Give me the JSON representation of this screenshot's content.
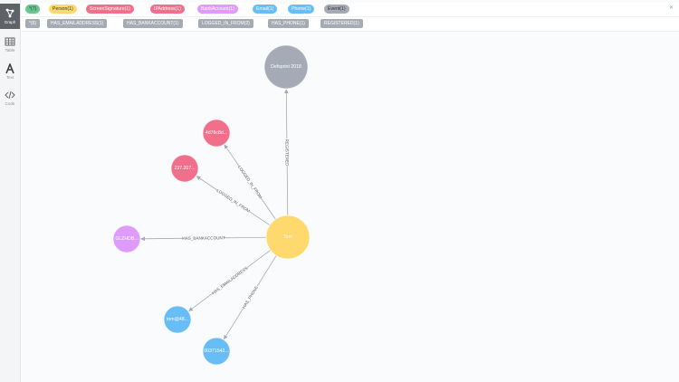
{
  "sidebar": {
    "items": [
      {
        "label": "Graph",
        "icon": "graph-icon",
        "active": true
      },
      {
        "label": "Table",
        "icon": "table-icon",
        "active": false
      },
      {
        "label": "Text",
        "icon": "text-icon",
        "active": false
      },
      {
        "label": "Code",
        "icon": "code-icon",
        "active": false
      }
    ]
  },
  "node_legend": [
    {
      "label": "*(7)",
      "color": "#6bc590"
    },
    {
      "label": "Person(1)",
      "color": "#ffd86e"
    },
    {
      "label": "ScreenSignature(1)",
      "color": "#f16f8a"
    },
    {
      "label": "IPAddress(1)",
      "color": "#f16f8a"
    },
    {
      "label": "BankAccount(1)",
      "color": "#de9bf9"
    },
    {
      "label": "Email(1)",
      "color": "#68bdf6"
    },
    {
      "label": "Phone(1)",
      "color": "#68bdf6"
    },
    {
      "label": "Event(1)",
      "color": "#a5abb6"
    }
  ],
  "rel_legend": [
    {
      "label": "*(6)"
    },
    {
      "label": "HAS_EMAILADDRESS(1)"
    },
    {
      "label": "HAS_BANKACCOUNT(1)"
    },
    {
      "label": "LOGGED_IN_FROM(2)"
    },
    {
      "label": "HAS_PHONE(1)"
    },
    {
      "label": "REGISTERED(1)"
    }
  ],
  "graph": {
    "nodes": [
      {
        "id": "tom",
        "label": "Tom",
        "color": "#ffd86e"
      },
      {
        "id": "event",
        "label": "Defsprint 2018",
        "color": "#a5abb6"
      },
      {
        "id": "screen",
        "label": "4d76c8d...",
        "color": "#f16f8a"
      },
      {
        "id": "ip",
        "label": "237.207...",
        "color": "#f16f8a"
      },
      {
        "id": "bank",
        "label": "GLZHDB...",
        "color": "#de9bf9"
      },
      {
        "id": "email",
        "label": "tom@48...",
        "color": "#68bdf6"
      },
      {
        "id": "phone",
        "label": "00371542...",
        "color": "#68bdf6"
      }
    ],
    "edges": [
      {
        "from": "tom",
        "to": "event",
        "label": "REGISTERED"
      },
      {
        "from": "tom",
        "to": "screen",
        "label": "LOGGED_IN_FROM"
      },
      {
        "from": "tom",
        "to": "ip",
        "label": "LOGGED_IN_FROM"
      },
      {
        "from": "tom",
        "to": "bank",
        "label": "HAS_BANKACCOUNT"
      },
      {
        "from": "tom",
        "to": "email",
        "label": "HAS_EMAILADDRESS"
      },
      {
        "from": "tom",
        "to": "phone",
        "label": "HAS_PHONE"
      }
    ]
  }
}
